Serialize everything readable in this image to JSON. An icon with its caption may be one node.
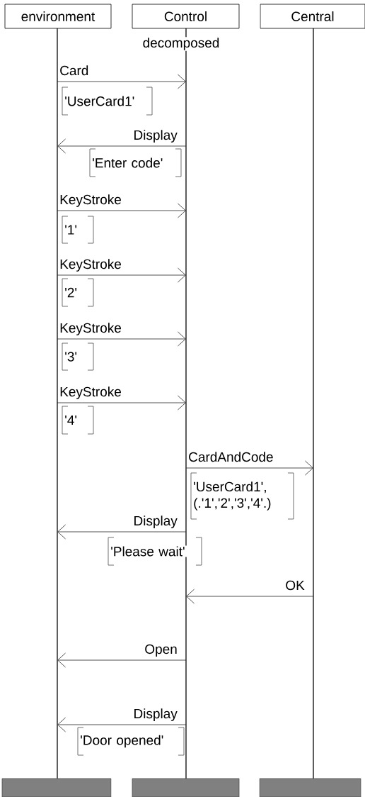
{
  "diagram": {
    "nodes": [
      {
        "text": [
          "environment"
        ]
      },
      {
        "text": [
          "Control"
        ]
      },
      {
        "text": [
          "Central"
        ]
      },
      {
        "text": [],
        "shape": "line"
      },
      {
        "text": [],
        "shape": "line"
      },
      {
        "text": [],
        "shape": "line"
      },
      {
        "text": [],
        "shape": "bar"
      },
      {
        "text": [],
        "shape": "bar"
      },
      {
        "text": [],
        "shape": "bar"
      }
    ],
    "edges": [
      {
        "from": 3,
        "to": 4,
        "arrow": "to",
        "label": "Card"
      },
      {
        "from": 4,
        "to": 3,
        "arrow": "to",
        "label": "Display"
      },
      {
        "from": 3,
        "to": 4,
        "arrow": "to",
        "label": "KeyStroke"
      },
      {
        "from": 3,
        "to": 4,
        "arrow": "to",
        "label": "KeyStroke"
      },
      {
        "from": 3,
        "to": 4,
        "arrow": "to",
        "label": "KeyStroke"
      },
      {
        "from": 3,
        "to": 4,
        "arrow": "to",
        "label": "KeyStroke"
      },
      {
        "from": 4,
        "to": 5,
        "arrow": "to",
        "label": "CardAndCode"
      },
      {
        "from": 4,
        "to": 3,
        "arrow": "to",
        "label": "Display"
      },
      {
        "from": 5,
        "to": 4,
        "arrow": "to",
        "label": "OK"
      },
      {
        "from": 4,
        "to": 3,
        "arrow": "to",
        "label": "Open"
      },
      {
        "from": 4,
        "to": 3,
        "arrow": "to",
        "label": "Display"
      }
    ],
    "labels": [
      "decomposed",
      "'UserCard1'",
      "'Enter code'",
      "'1'",
      "'2'",
      "'3'",
      "'4'",
      "'UserCard1', (.'1','2','3','4'.)",
      "'Please wait'",
      "'Door opened'"
    ]
  }
}
